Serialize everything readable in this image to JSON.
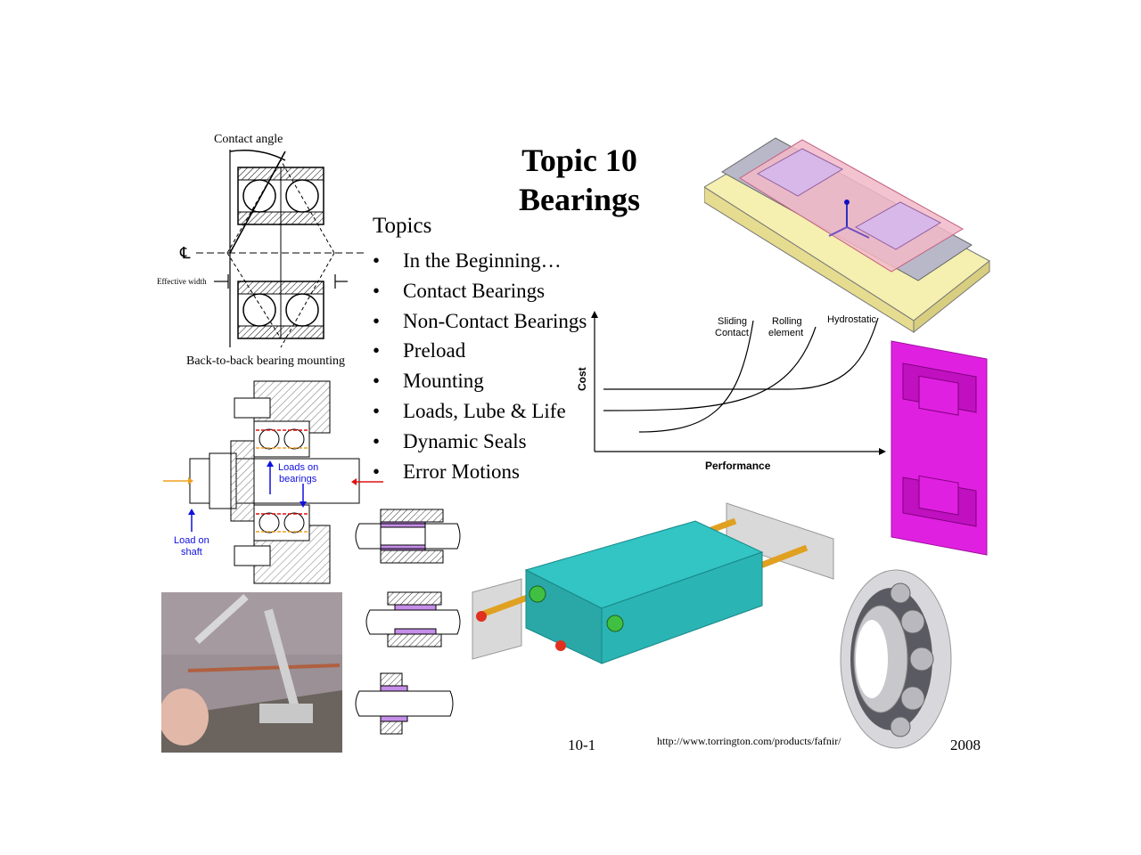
{
  "slide": {
    "title_line1": "Topic 10",
    "title_line2": "Bearings",
    "topics_heading": "Topics",
    "topics": [
      "In the Beginning…",
      "Contact Bearings",
      "Non-Contact Bearings",
      "Preload",
      "Mounting",
      "Loads, Lube & Life",
      "Dynamic Seals",
      "Error Motions"
    ],
    "bullet_char": "•"
  },
  "contact_diagram": {
    "contact_angle_label": "Contact  angle",
    "centerline_symbol": "℄",
    "effective_width_label": "Effective width",
    "caption": "Back-to-back bearing mounting"
  },
  "load_diagram": {
    "loads_on_bearings": [
      "Loads on",
      "bearings"
    ],
    "load_on_shaft": [
      "Load on",
      "shaft"
    ]
  },
  "cost_chart": {
    "y_label": "Cost",
    "x_label": "Performance",
    "curves": [
      {
        "label": [
          "Sliding",
          "Contact"
        ]
      },
      {
        "label": [
          "Rolling",
          "element"
        ]
      },
      {
        "label": [
          "Hydrostatic"
        ]
      }
    ]
  },
  "footer": {
    "page_number": "10-1",
    "url": "http://www.torrington.com/products/fafnir/",
    "year": "2008"
  },
  "colors": {
    "magenta_flexure": "#e020e0",
    "carriage_cyan": "#33c4c4",
    "rod_orange": "#e0a020",
    "table_pink": "#f2b8c8",
    "base_yellow": "#f5efb0",
    "bearing_marker_purple": "#b05cd8"
  }
}
